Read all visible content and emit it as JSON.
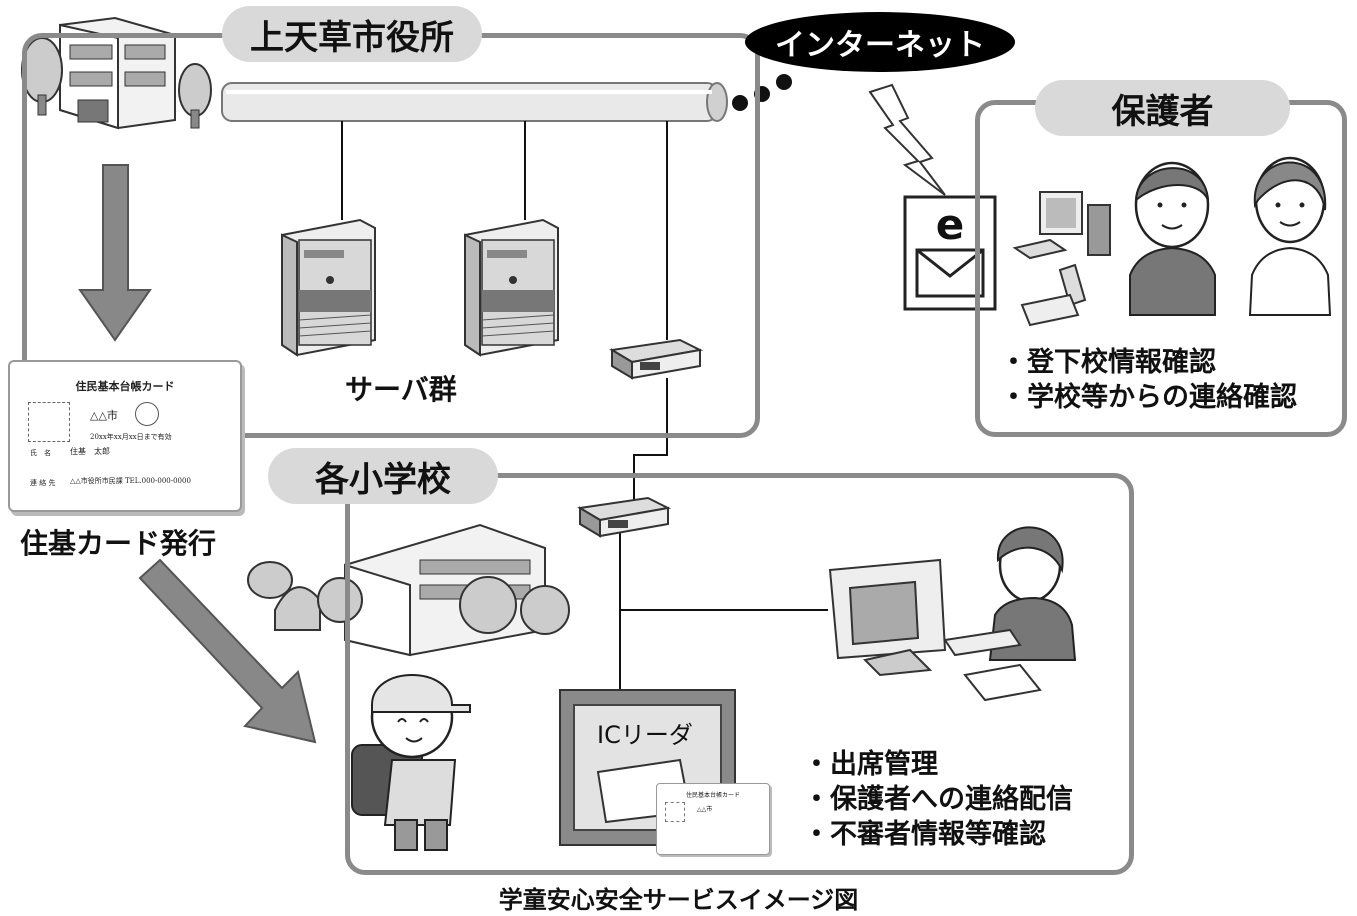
{
  "city_hall": {
    "title": "上天草市役所"
  },
  "internet": {
    "label": "インターネット"
  },
  "guardian": {
    "title": "保護者",
    "email_icon_letter": "e",
    "features": [
      "・登下校情報確認",
      "・学校等からの連絡確認"
    ]
  },
  "servers": {
    "label": "サーバ群"
  },
  "card": {
    "title": "住民基本台帳カード",
    "city": "△△市",
    "validity": "20xx年xx月xx日まで有効",
    "name_label": "氏　名",
    "name_value": "住基　太郎",
    "issuer_label": "連 絡 先",
    "issuer_value": "△△市役所市民課 TEL.000-000-0000",
    "caption": "住基カード発行"
  },
  "school": {
    "title": "各小学校",
    "reader_label": "ICリーダ",
    "features": [
      "・出席管理",
      "・保護者への連絡配信",
      "・不審者情報等確認"
    ]
  },
  "caption": "学童安心安全サービスイメージ図"
}
